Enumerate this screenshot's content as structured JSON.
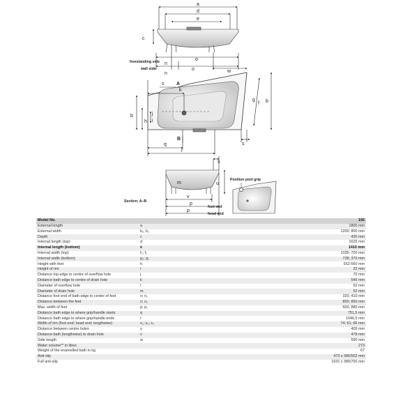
{
  "drawing": {
    "top_labels": {
      "a": "a",
      "d": "d",
      "e": "e",
      "c": "c",
      "n1": "n",
      "o": "o",
      "n2": "n",
      "o1": "o",
      "o2": "o"
    },
    "side_labels": {
      "freestanding": "freestanding side",
      "wall": "wall side"
    },
    "plan_labels": {
      "k": "k",
      "A": "A",
      "s1": "s",
      "w": "w",
      "g1": "g",
      "f1": "f",
      "h": "h",
      "b1": "b",
      "b2": "b",
      "j": "j",
      "i": "i",
      "B": "B",
      "q": "q",
      "r": "r",
      "s2": "s"
    },
    "section_labels": {
      "s3": "s",
      "m": "m",
      "u": "u",
      "v": "v",
      "p": "p",
      "p1": "p",
      "foot_end": "foot end",
      "head_end": "head end",
      "section": "Section: A–B"
    },
    "pool_grip_label": "Position pool grip"
  },
  "table": {
    "header": {
      "label": "Model No.",
      "symbol": "",
      "value": "192"
    },
    "rows": [
      {
        "label": "External length",
        "symbol": "a",
        "value": "1800 mm"
      },
      {
        "label": "External width",
        "symbol": "b₂; b₁",
        "value": "1200; 800 mm"
      },
      {
        "label": "Depth",
        "symbol": "c",
        "value": "430 mm"
      },
      {
        "label": "Internal length (top)",
        "symbol": "d",
        "value": "1625 mm"
      },
      {
        "label": "Internal length (bottom)",
        "symbol": "e",
        "value": "1410 mm",
        "bold": true
      },
      {
        "label": "Internal width (top)",
        "symbol": "f₂; f₁",
        "value": "1035; 700 mm"
      },
      {
        "label": "Internal width (bottom)",
        "symbol": "g₂; g₁",
        "value": "738; 370 mm"
      },
      {
        "label": "Height with feet",
        "symbol": "h",
        "value": "552-560 mm"
      },
      {
        "label": "Height of rim",
        "symbol": "i",
        "value": "32 mm"
      },
      {
        "label": "Distance top edge to centre of overflow hole",
        "symbol": "j",
        "value": "70 mm"
      },
      {
        "label": "Distance bath edge to centre of drain hole",
        "symbol": "k",
        "value": "545 mm"
      },
      {
        "label": "Diameter of overflow hole",
        "symbol": "l",
        "value": "52 mm"
      },
      {
        "label": "Diameter of drain hole",
        "symbol": "m",
        "value": "52 mm"
      },
      {
        "label": "Distance foot end of bath edge to centre of feet",
        "symbol": "n; n₁",
        "value": "320; 410 mm"
      },
      {
        "label": "Distance between the feet",
        "symbol": "o; o₁",
        "value": "800; 850 mm"
      },
      {
        "label": "Max. width of feet",
        "symbol": "p; p₁",
        "value": "600; 880 mm"
      },
      {
        "label": "Distance bath edge to where grip/handle starts",
        "symbol": "q",
        "value": "751,5 mm"
      },
      {
        "label": "Distance bath edge to where grip/handle ends",
        "symbol": "r",
        "value": "1046,5 mm"
      },
      {
        "label": "Width of rim (foot end; head end; lengthwise)",
        "symbol": "s₁; s₂; s₃",
        "value": "74; 61; 66 mm"
      },
      {
        "label": "Distance between centre holes",
        "symbol": "u",
        "value": "409 mm"
      },
      {
        "label": "Distance bath (lengthwise) to drain hole",
        "symbol": "v",
        "value": "478 mm"
      },
      {
        "label": "Side length",
        "symbol": "w",
        "value": "590 mm"
      },
      {
        "label": "Water volume** in litres",
        "symbol": "",
        "value": "273"
      },
      {
        "label": "Weight of the enamelled bath in kg",
        "symbol": "",
        "value": "67"
      },
      {
        "label": "Anti-slip",
        "symbol": "",
        "value": "473 x 386/562 mm"
      },
      {
        "label": "Full anti-slip",
        "symbol": "",
        "value": "1031 x 386/700 mm"
      }
    ]
  }
}
